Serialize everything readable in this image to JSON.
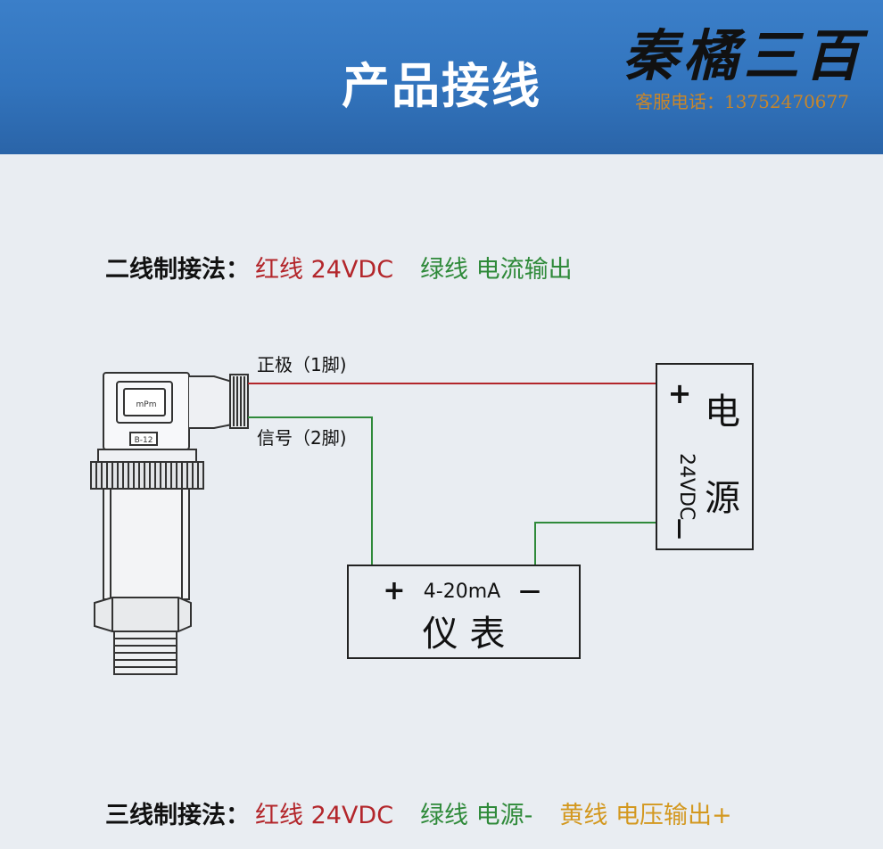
{
  "header": {
    "title": "产品接线",
    "brand": "秦橘三百",
    "phone": "客服电话：13752470677"
  },
  "two_wire": {
    "label": "二线制接法：",
    "red": "红线 24VDC",
    "green": "绿线 电流输出"
  },
  "three_wire": {
    "label": "三线制接法：",
    "red": "红线 24VDC",
    "green": "绿线 电源-",
    "yellow": "黄线 电压输出+"
  },
  "diagram": {
    "pin1_label": "正极（1脚)",
    "pin2_label": "信号（2脚)",
    "power_plus": "+",
    "power_minus": "—",
    "power_voltage": "24VDC",
    "power_char1": "电",
    "power_char2": "源",
    "meter_plus": "+",
    "meter_range": "4-20mA",
    "meter_minus": "—",
    "meter_name": "仪 表",
    "sensor_top_label": "mPm",
    "sensor_plate_label": "B-12"
  },
  "colors": {
    "header_blue": "#3274bd",
    "red_wire": "#b3262b",
    "green_wire": "#2f8a3a",
    "yellow": "#d3981f"
  }
}
